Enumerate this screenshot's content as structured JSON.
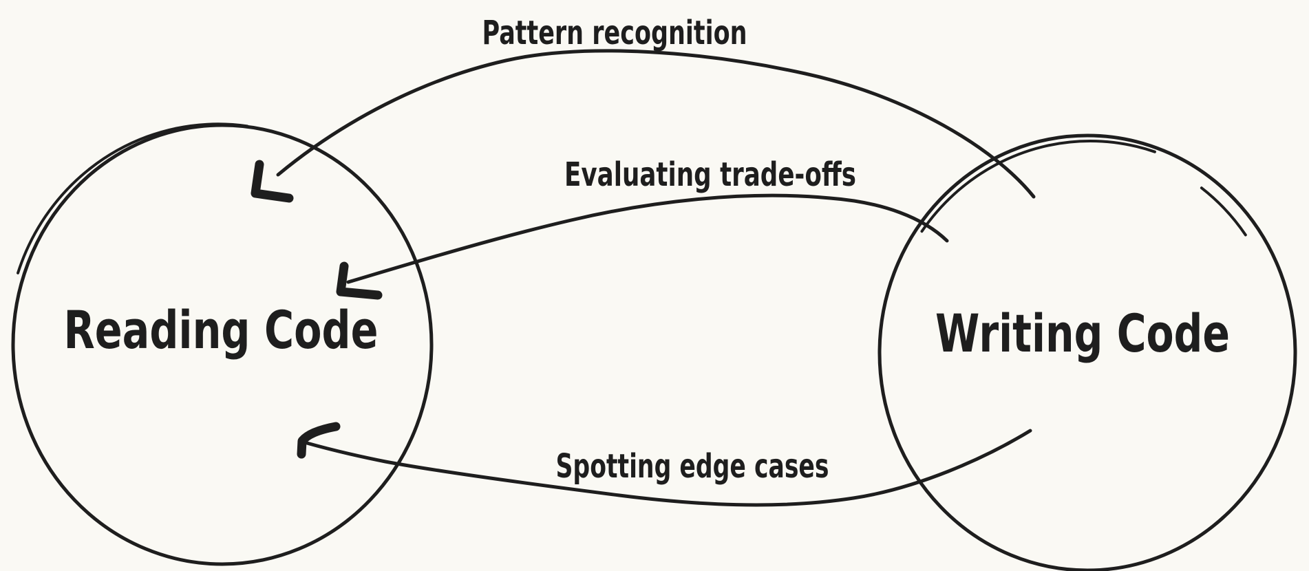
{
  "canvas": {
    "background_color": "#faf9f4",
    "stroke_color": "#1e1e1e",
    "style": "hand-drawn whiteboard sketch"
  },
  "nodes": {
    "reading_code": {
      "label": "Reading Code",
      "shape": "circle",
      "position": "left"
    },
    "writing_code": {
      "label": "Writing Code",
      "shape": "circle",
      "position": "right"
    }
  },
  "connectors": {
    "pattern_recognition": {
      "label": "Pattern recognition",
      "from": "Writing Code",
      "to": "Reading Code",
      "arrowhead": "into left circle, pointing down-left"
    },
    "evaluating_tradeoffs": {
      "label": "Evaluating trade-offs",
      "from": "Writing Code",
      "to": "Reading Code",
      "arrowhead": "into left circle, pointing left"
    },
    "spotting_edge_cases": {
      "label": "Spotting edge cases",
      "from": "Writing Code",
      "to": "Reading Code",
      "arrowhead": "into left circle, pointing up-left"
    }
  }
}
